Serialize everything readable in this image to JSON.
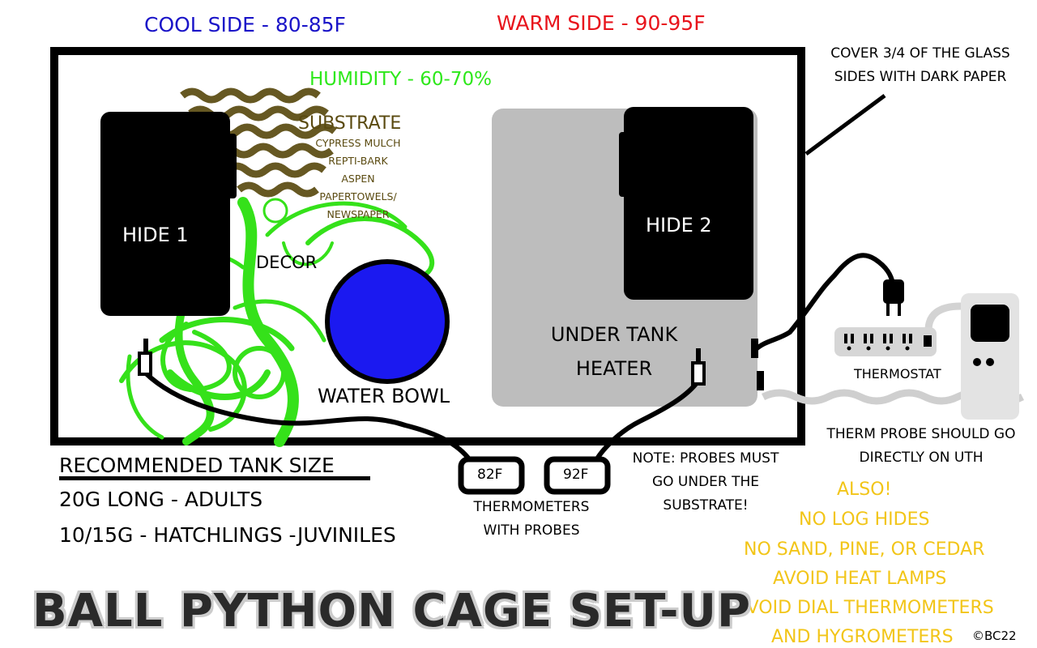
{
  "title": "BALL PYTHON CAGE SET-UP",
  "copyright": "©BC22",
  "headers": {
    "cool": "COOL SIDE - 80-85F",
    "warm": "WARM SIDE - 90-95F",
    "humidity": "HUMIDITY - 60-70%"
  },
  "colors": {
    "cool": "#1a14c8",
    "warm": "#e8141c",
    "humidity": "#2de81a",
    "also": "#f2c518",
    "substrate": "#5a4a10",
    "tank": "#000000",
    "water": "#1b19f0"
  },
  "cover_note": "COVER 3/4 OF THE GLASS SIDES WITH DARK PAPER",
  "substrate": {
    "title": "SUBSTRATE",
    "items": [
      "CYPRESS MULCH",
      "REPTI-BARK",
      "ASPEN",
      "PAPERTOWELS/",
      "NEWSPAPER"
    ]
  },
  "hide1": "HIDE 1",
  "hide2": "HIDE 2",
  "decor": "DECOR",
  "water_bowl": "WATER BOWL",
  "uth": "UNDER TANK HEATER",
  "thermostat": "THERMOSTAT",
  "therm_probe_note": "THERM PROBE SHOULD GO DIRECTLY ON UTH",
  "thermometers": {
    "readings": [
      "82F",
      "92F"
    ],
    "label": "THERMOMETERS WITH PROBES"
  },
  "probe_note": "NOTE: PROBES MUST GO UNDER THE SUBSTRATE!",
  "tank_size": {
    "title": "RECOMMENDED TANK SIZE",
    "lines": [
      "20G LONG - ADULTS",
      "10/15G - HATCHLINGS -JUVINILES"
    ]
  },
  "also": {
    "title": "ALSO!",
    "items": [
      "NO LOG HIDES",
      "NO SAND, PINE, OR CEDAR",
      "AVOID HEAT LAMPS",
      "AVOID DIAL THERMOMETERS",
      "AND HYGROMETERS"
    ]
  }
}
